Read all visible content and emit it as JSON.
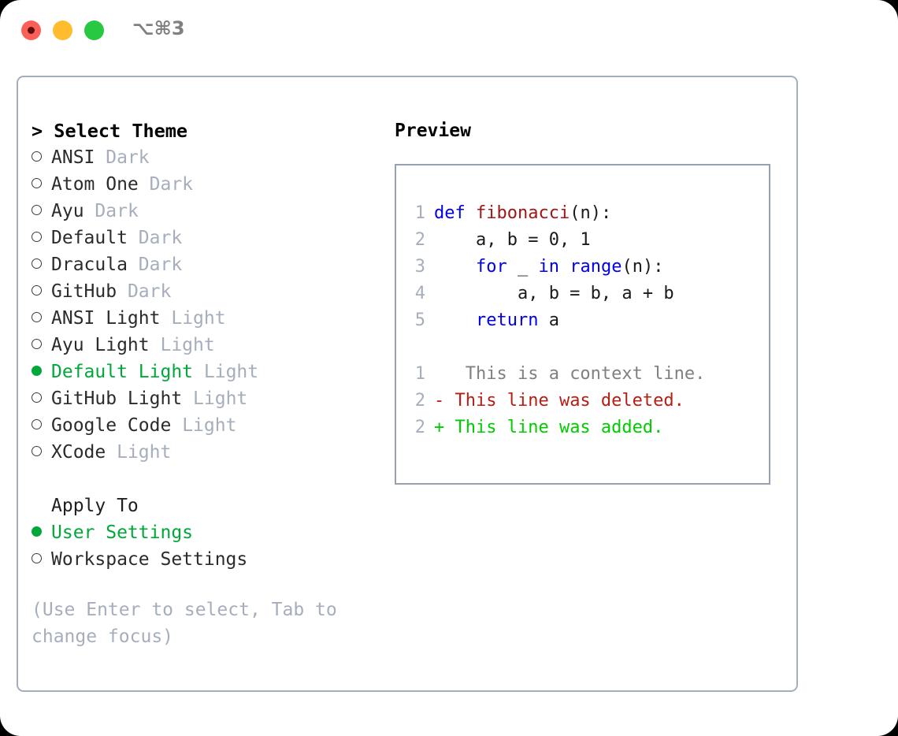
{
  "titlebar": {
    "shortcut": "⌥⌘3",
    "buttons": [
      {
        "name": "close",
        "color": "#fb6058"
      },
      {
        "name": "minimize",
        "color": "#febc2e"
      },
      {
        "name": "maximize",
        "color": "#28c840"
      }
    ]
  },
  "theme_picker": {
    "header": "> Select Theme",
    "items": [
      {
        "name": "ANSI",
        "variant": "Dark",
        "selected": false
      },
      {
        "name": "Atom One",
        "variant": "Dark",
        "selected": false
      },
      {
        "name": "Ayu",
        "variant": "Dark",
        "selected": false
      },
      {
        "name": "Default",
        "variant": "Dark",
        "selected": false
      },
      {
        "name": "Dracula",
        "variant": "Dark",
        "selected": false
      },
      {
        "name": "GitHub",
        "variant": "Dark",
        "selected": false
      },
      {
        "name": "ANSI Light",
        "variant": "Light",
        "selected": false
      },
      {
        "name": "Ayu Light",
        "variant": "Light",
        "selected": false
      },
      {
        "name": "Default Light",
        "variant": "Light",
        "selected": true
      },
      {
        "name": "GitHub Light",
        "variant": "Light",
        "selected": false
      },
      {
        "name": "Google Code",
        "variant": "Light",
        "selected": false
      },
      {
        "name": "XCode",
        "variant": "Light",
        "selected": false
      }
    ]
  },
  "apply_to": {
    "label": "Apply To",
    "options": [
      {
        "name": "User Settings",
        "selected": true
      },
      {
        "name": "Workspace Settings",
        "selected": false
      }
    ]
  },
  "hint": "(Use Enter to select, Tab to change focus)",
  "preview": {
    "title": "Preview",
    "code_lines": [
      {
        "no": "1",
        "tokens": [
          {
            "t": "def ",
            "c": "kw"
          },
          {
            "t": "fibonacci",
            "c": "fn"
          },
          {
            "t": "(n):",
            "c": "pl"
          }
        ]
      },
      {
        "no": "2",
        "tokens": [
          {
            "t": "    a, b = 0, 1",
            "c": "pl"
          }
        ]
      },
      {
        "no": "3",
        "tokens": [
          {
            "t": "    ",
            "c": "pl"
          },
          {
            "t": "for",
            "c": "kw"
          },
          {
            "t": " _ ",
            "c": "pl"
          },
          {
            "t": "in",
            "c": "kw"
          },
          {
            "t": " ",
            "c": "pl"
          },
          {
            "t": "range",
            "c": "kw"
          },
          {
            "t": "(n):",
            "c": "pl"
          }
        ]
      },
      {
        "no": "4",
        "tokens": [
          {
            "t": "        a, b = b, a + b",
            "c": "pl"
          }
        ]
      },
      {
        "no": "5",
        "tokens": [
          {
            "t": "    ",
            "c": "pl"
          },
          {
            "t": "return",
            "c": "kw"
          },
          {
            "t": " a",
            "c": "pl"
          }
        ]
      }
    ],
    "diff_lines": [
      {
        "no": "1",
        "sign": " ",
        "text": "  This is a context line.",
        "kind": "ctx"
      },
      {
        "no": "2",
        "sign": "-",
        "text": " This line was deleted.",
        "kind": "del"
      },
      {
        "no": "2",
        "sign": "+",
        "text": " This line was added.",
        "kind": "add"
      }
    ]
  },
  "colors": {
    "selected_green": "#00a839",
    "muted": "#a6aebc",
    "keyword_blue": "#0000ee",
    "function_red": "#a31515",
    "diff_delete": "#b81d13",
    "diff_add": "#00cc00",
    "border": "#a6aebc"
  }
}
